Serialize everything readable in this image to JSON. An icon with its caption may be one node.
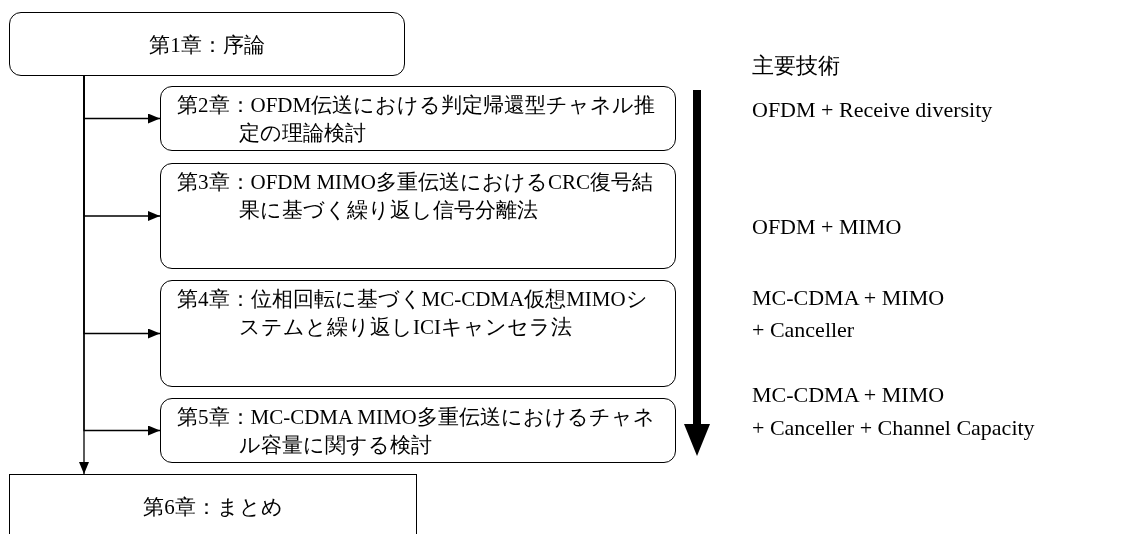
{
  "diagram": {
    "nodes": [
      {
        "text": [
          "第1章：序論"
        ]
      },
      {
        "text": [
          "第2章：OFDM伝送における判定帰還型チャネル推定の理論検討"
        ]
      },
      {
        "text": [
          "第3章：OFDM MIMO多重伝送におけるCRC復号結果に基づく繰り返し信号分離法"
        ]
      },
      {
        "text": [
          "第4章：位相回転に基づくMC-CDMA仮想MIMOシステムと繰り返しICIキャンセラ法"
        ]
      },
      {
        "text": [
          "第5章：MC-CDMA MIMO多重伝送におけるチャネル容量に関する検討"
        ]
      },
      {
        "text": [
          "第6章：まとめ"
        ]
      }
    ],
    "edges": [
      {
        "from": 0,
        "to": 1,
        "arrow": "to"
      },
      {
        "from": 0,
        "to": 2,
        "arrow": "to"
      },
      {
        "from": 0,
        "to": 3,
        "arrow": "to"
      },
      {
        "from": 0,
        "to": 4,
        "arrow": "to"
      },
      {
        "from": 0,
        "to": 5,
        "arrow": "to"
      }
    ],
    "labels": [
      "主要技術",
      "OFDM + Receive diversity",
      "OFDM + MIMO",
      "MC-CDMA + MIMO",
      "+ Canceller",
      "MC-CDMA + MIMO",
      "+ Canceller + Channel Capacity"
    ]
  }
}
